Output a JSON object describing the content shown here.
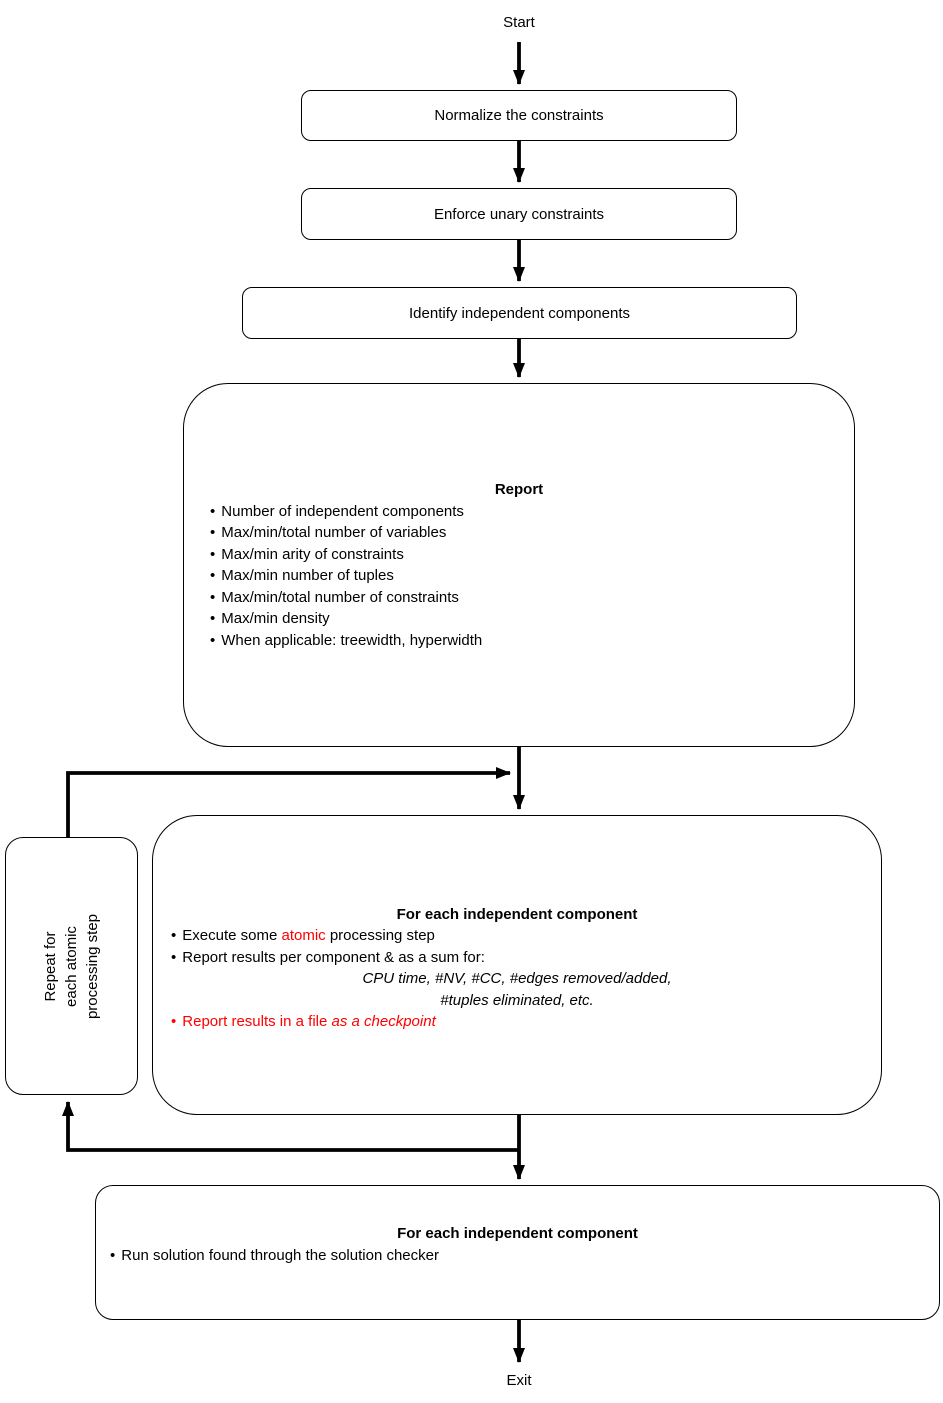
{
  "start_label": "Start",
  "exit_label": "Exit",
  "steps": {
    "normalize": "Normalize the constraints",
    "enforce_unary": "Enforce unary constraints",
    "identify": "Identify independent components"
  },
  "report": {
    "title": "Report",
    "items": [
      "Number of independent components",
      "Max/min/total number of variables",
      "Max/min arity of constraints",
      "Max/min number of tuples",
      "Max/min/total number of constraints",
      "Max/min density",
      "When applicable: treewidth, hyperwidth"
    ]
  },
  "loop_box": {
    "label": "Repeat for each atomic processing step",
    "lines": [
      "Repeat for",
      "each atomic",
      "processing step"
    ]
  },
  "process": {
    "title": "For each independent component",
    "bullet1": {
      "pre": "Execute some ",
      "red": "atomic",
      "post": " processing step"
    },
    "bullet2": {
      "text": "Report results per component & as a sum for:",
      "detail_line1": "CPU time, #NV, #CC, #edges removed/added,",
      "detail_line2": "#tuples eliminated, etc."
    },
    "bullet3": {
      "red_text": "Report results in a file ",
      "red_italic": "as a checkpoint"
    }
  },
  "checker": {
    "title": "For each independent component",
    "bullet": "Run solution found through the solution checker"
  },
  "colors": {
    "highlight_red": "#ff0000",
    "line_black": "#000000"
  }
}
